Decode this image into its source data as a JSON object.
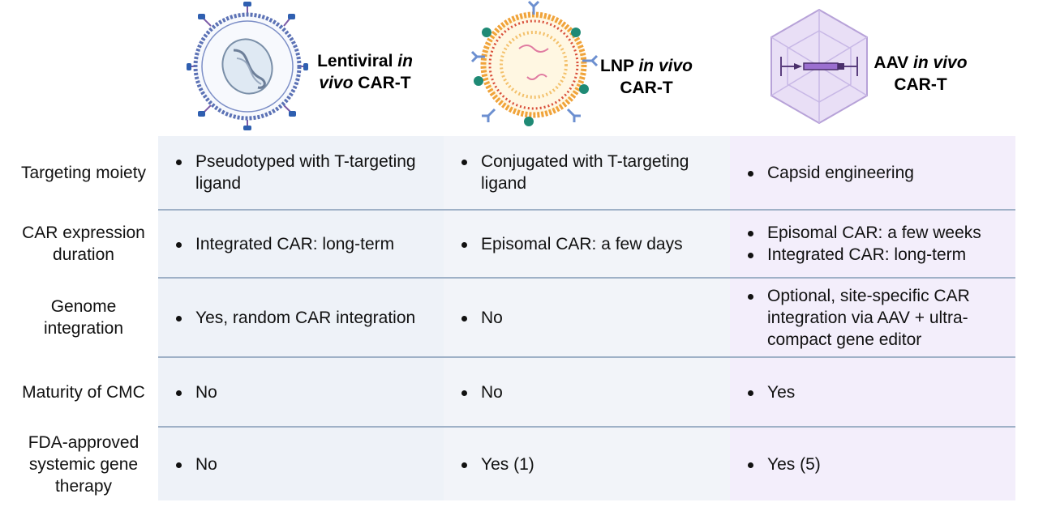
{
  "columns": [
    {
      "title_parts": [
        "Lentiviral ",
        "in",
        " ",
        "vivo",
        " CAR-T"
      ]
    },
    {
      "title_parts": [
        "LNP ",
        "in vivo",
        "CAR-T"
      ]
    },
    {
      "title_parts": [
        "AAV ",
        "in vivo",
        "CAR-T"
      ]
    }
  ],
  "rows": [
    {
      "label": "Targeting moiety",
      "cells": [
        [
          "Pseudotyped with T-targeting ligand"
        ],
        [
          "Conjugated with T-targeting ligand"
        ],
        [
          "Capsid engineering"
        ]
      ]
    },
    {
      "label": "CAR expression duration",
      "cells": [
        [
          "Integrated CAR: long-term"
        ],
        [
          "Episomal CAR: a few days"
        ],
        [
          "Episomal CAR: a few weeks",
          "Integrated CAR: long-term"
        ]
      ]
    },
    {
      "label": "Genome integration",
      "cells": [
        [
          "Yes, random CAR integration"
        ],
        [
          "No"
        ],
        [
          "Optional, site-specific CAR integration via AAV + ultra-compact gene editor"
        ]
      ]
    },
    {
      "label": "Maturity of CMC",
      "cells": [
        [
          "No"
        ],
        [
          "No"
        ],
        [
          "Yes"
        ]
      ]
    },
    {
      "label": "FDA-approved systemic gene therapy",
      "cells": [
        [
          "No"
        ],
        [
          "Yes (1)"
        ],
        [
          "Yes (5)"
        ]
      ]
    }
  ],
  "colors": {
    "col1": "#eef2f8",
    "col2": "#f2f4f9",
    "col3": "#f3eefb",
    "separator": "#9fb1c7"
  }
}
